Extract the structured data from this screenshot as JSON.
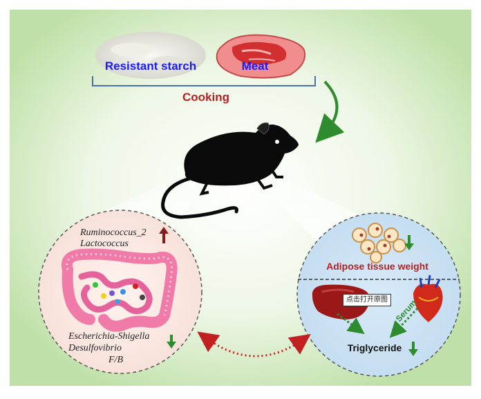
{
  "inputs": {
    "starch_label": "Resistant starch",
    "meat_label": "Meat",
    "process_label": "Cooking"
  },
  "gut": {
    "increased": [
      "Ruminococcus_2",
      "Lactococcus"
    ],
    "decreased": [
      "Escherichia-Shigella",
      "Desulfovibrio",
      "F/B"
    ]
  },
  "host": {
    "adipose_label": "Adipose tissue weight",
    "serum_label": "Serum",
    "tg_label": "Triglyceride"
  },
  "overlay": {
    "open_image_label": "点击打开原图"
  },
  "colors": {
    "up_arrow": "#8b1a1a",
    "down_arrow": "#2e8b2e",
    "title_red": "#b22222",
    "label_blue": "#1a1aff"
  }
}
